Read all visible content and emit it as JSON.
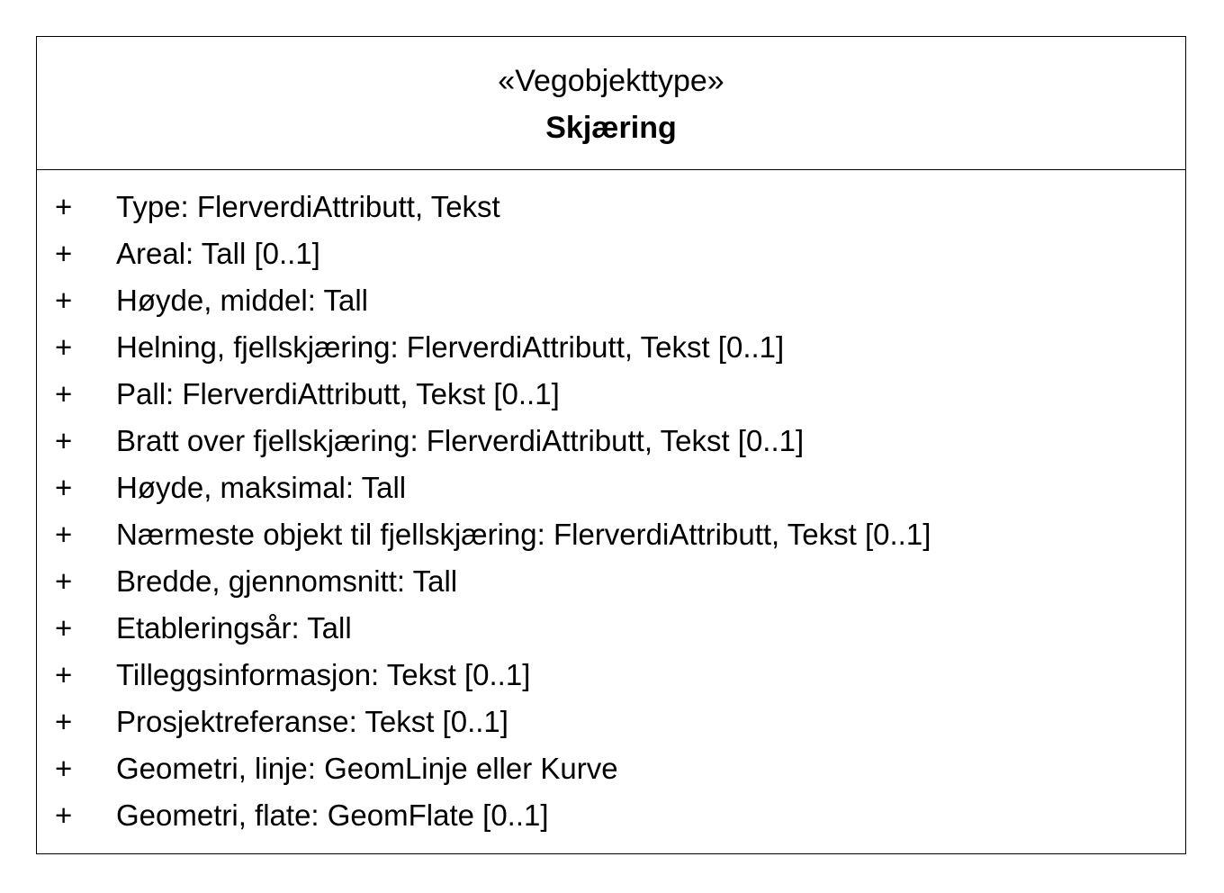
{
  "class_box": {
    "stereotype": "«Vegobjekttype»",
    "name": "Skjæring",
    "attributes": [
      {
        "visibility": "+",
        "text": "Type: FlerverdiAttributt, Tekst"
      },
      {
        "visibility": "+",
        "text": "Areal: Tall [0..1]"
      },
      {
        "visibility": "+",
        "text": "Høyde, middel: Tall"
      },
      {
        "visibility": "+",
        "text": "Helning, fjellskjæring: FlerverdiAttributt, Tekst [0..1]"
      },
      {
        "visibility": "+",
        "text": "Pall: FlerverdiAttributt, Tekst [0..1]"
      },
      {
        "visibility": "+",
        "text": "Bratt over fjellskjæring: FlerverdiAttributt, Tekst [0..1]"
      },
      {
        "visibility": "+",
        "text": "Høyde, maksimal: Tall"
      },
      {
        "visibility": "+",
        "text": "Nærmeste objekt til fjellskjæring: FlerverdiAttributt, Tekst [0..1]"
      },
      {
        "visibility": "+",
        "text": "Bredde, gjennomsnitt: Tall"
      },
      {
        "visibility": "+",
        "text": "Etableringsår: Tall"
      },
      {
        "visibility": "+",
        "text": "Tilleggsinformasjon: Tekst [0..1]"
      },
      {
        "visibility": "+",
        "text": "Prosjektreferanse: Tekst [0..1]"
      },
      {
        "visibility": "+",
        "text": "Geometri, linje: GeomLinje eller Kurve"
      },
      {
        "visibility": "+",
        "text": "Geometri, flate: GeomFlate [0..1]"
      }
    ]
  }
}
